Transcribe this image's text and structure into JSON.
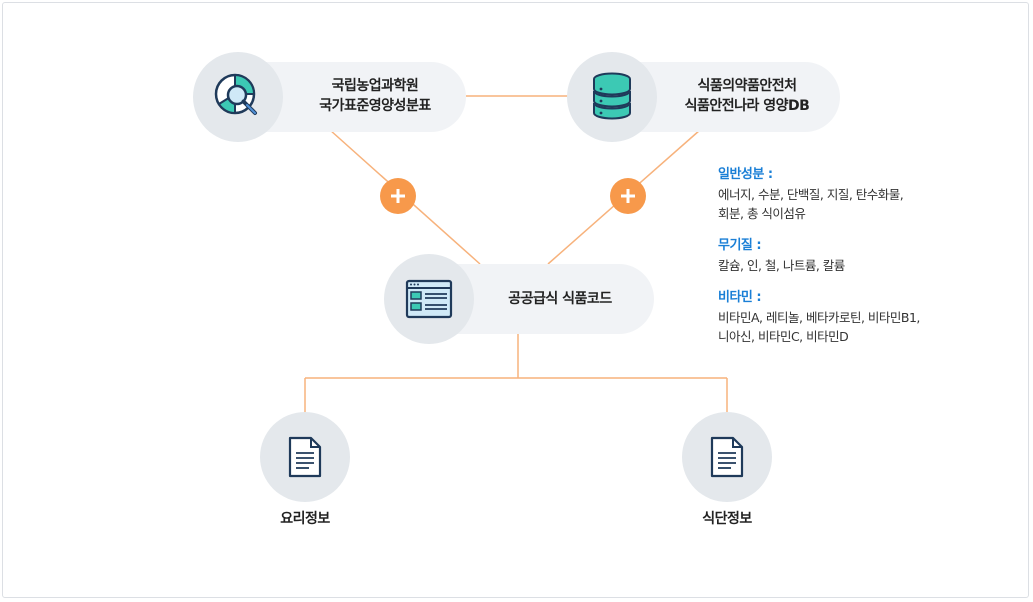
{
  "nodes": {
    "source1": {
      "line1": "국립농업과학원",
      "line2": "국가표준영양성분표"
    },
    "source2": {
      "line1": "식품의약품안전처",
      "line2": "식품안전나라 영양DB"
    },
    "center": {
      "label": "공공급식 식품코드"
    },
    "output1": {
      "label": "요리정보"
    },
    "output2": {
      "label": "식단정보"
    }
  },
  "info": {
    "general": {
      "title": "일반성분 :",
      "line1": "에너지, 수분, 단백질, 지질, 탄수화물,",
      "line2": "회분, 총 식이섬유"
    },
    "mineral": {
      "title": "무기질 :",
      "line1": "칼슘, 인, 철, 나트륨, 칼륨"
    },
    "vitamin": {
      "title": "비타민 :",
      "line1": "비타민A, 레티놀, 베타카로틴, 비타민B1,",
      "line2": "니아신, 비타민C, 비타민D"
    }
  },
  "colors": {
    "connector": "#f7b27c",
    "plus": "#f7994b",
    "accent": "#1a7fd6",
    "circle": "#e4e8ec",
    "pill": "#f1f3f6"
  },
  "icons": [
    "chart-search-icon",
    "database-icon",
    "browser-window-icon",
    "document-icon",
    "plus-icon"
  ]
}
